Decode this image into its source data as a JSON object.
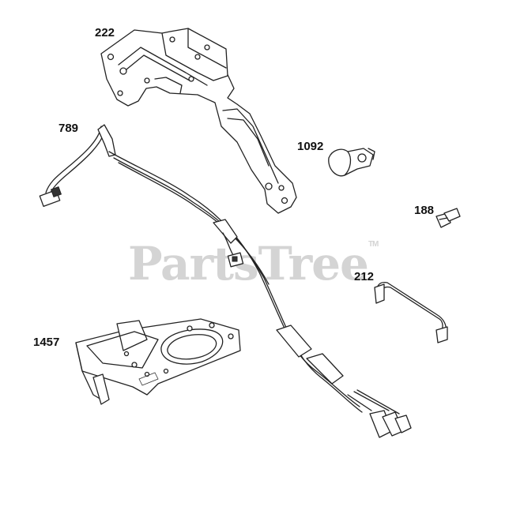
{
  "watermark": {
    "text": "PartsTree",
    "mark": "TM"
  },
  "parts": [
    {
      "number": "222",
      "name": "bracket"
    },
    {
      "number": "789",
      "name": "wire-harness"
    },
    {
      "number": "1092",
      "name": "clip"
    },
    {
      "number": "188",
      "name": "screw"
    },
    {
      "number": "212",
      "name": "link-rod"
    },
    {
      "number": "1457",
      "name": "control-plate"
    }
  ]
}
